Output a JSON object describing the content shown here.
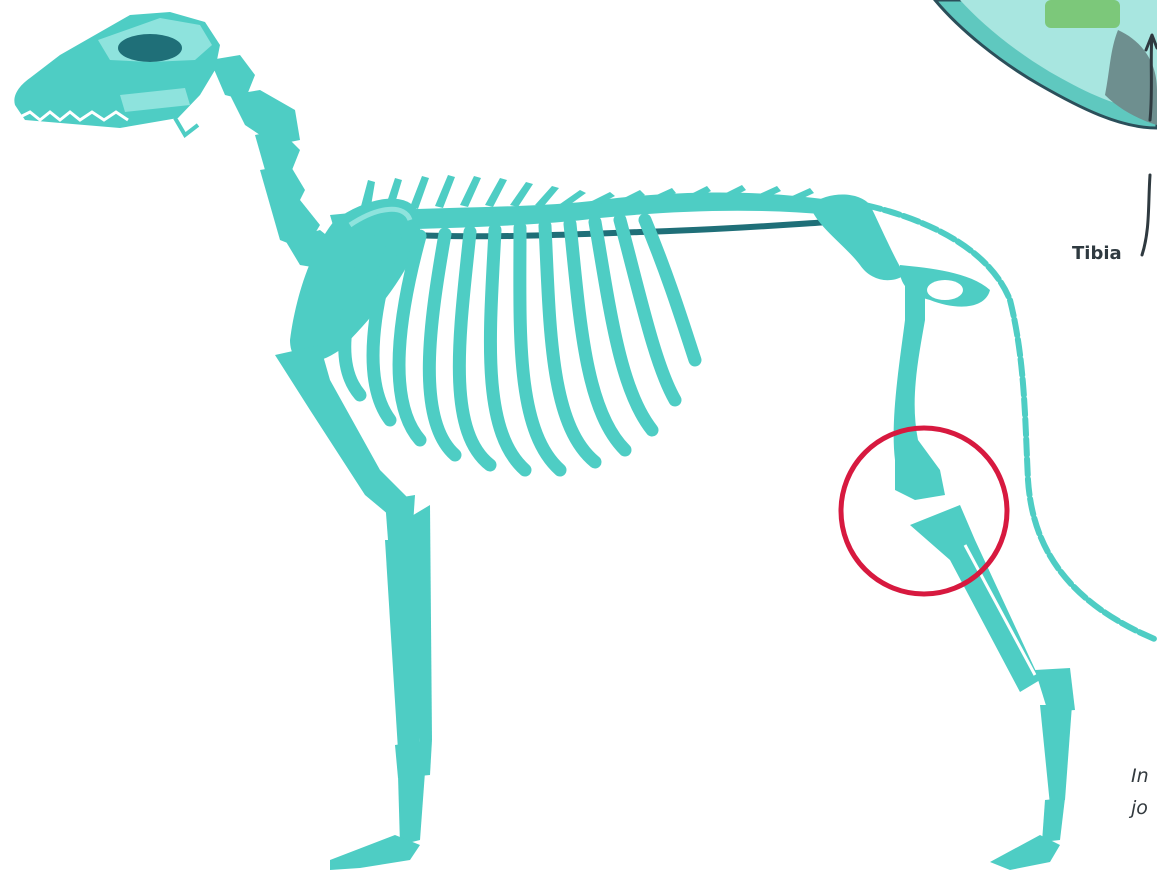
{
  "labels": {
    "tibia": "Tibia"
  },
  "caption": {
    "line1": "In",
    "line2": "jo"
  },
  "colors": {
    "bone": "#4ecdc4",
    "bone_light": "#8ee3dd",
    "bone_dark": "#1f6f78",
    "highlight_circle": "#d7193f",
    "inset_bg": "#5fc8bf",
    "inset_green": "#7cc87a",
    "inset_gray": "#6e8f8f"
  },
  "icons": {
    "highlight": "circle-marker",
    "pointer": "curved-arrow-icon"
  }
}
